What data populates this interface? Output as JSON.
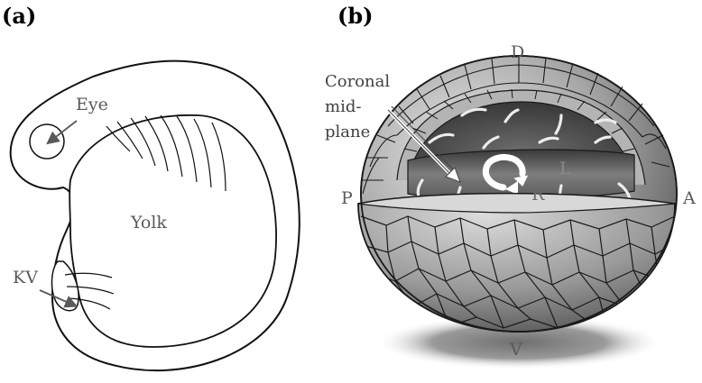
{
  "panel_a": {
    "label": "(a)",
    "eye_label": "Eye",
    "yolk_label": "Yolk",
    "kv_label": "KV"
  },
  "panel_b": {
    "label": "(b)",
    "axis_d": "D",
    "axis_v": "V",
    "axis_p": "P",
    "axis_a": "A",
    "axis_l": "L",
    "axis_r": "R",
    "plane_line1": "Coronal",
    "plane_line2": "mid-",
    "plane_line3": "plane"
  },
  "colors": {
    "outline": "#111111",
    "label_gray": "#5a5a5a",
    "cell_light": "#cfcfcf",
    "cell_dark": "#7a7a7a",
    "cavity": "#4a4a4a"
  }
}
